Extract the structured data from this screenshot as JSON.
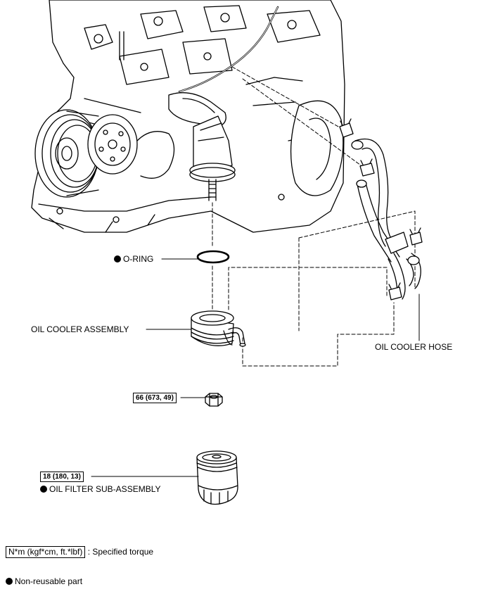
{
  "labels": {
    "o_ring": "O-RING",
    "oil_cooler_assembly": "OIL COOLER ASSEMBLY",
    "oil_cooler_hose": "OIL COOLER HOSE",
    "oil_filter": "OIL FILTER SUB-ASSEMBLY"
  },
  "torques": {
    "nut": "66 (673, 49)",
    "filter": "18 (180, 13)"
  },
  "legend": {
    "torque_unit": "N*m (kgf*cm, ft.*lbf)",
    "torque_text": ": Specified torque",
    "non_reusable": "Non-reusable part"
  },
  "colors": {
    "line": "#000000",
    "background": "#ffffff"
  },
  "icons": {
    "non_reusable_marker": "filled-circle-icon"
  }
}
